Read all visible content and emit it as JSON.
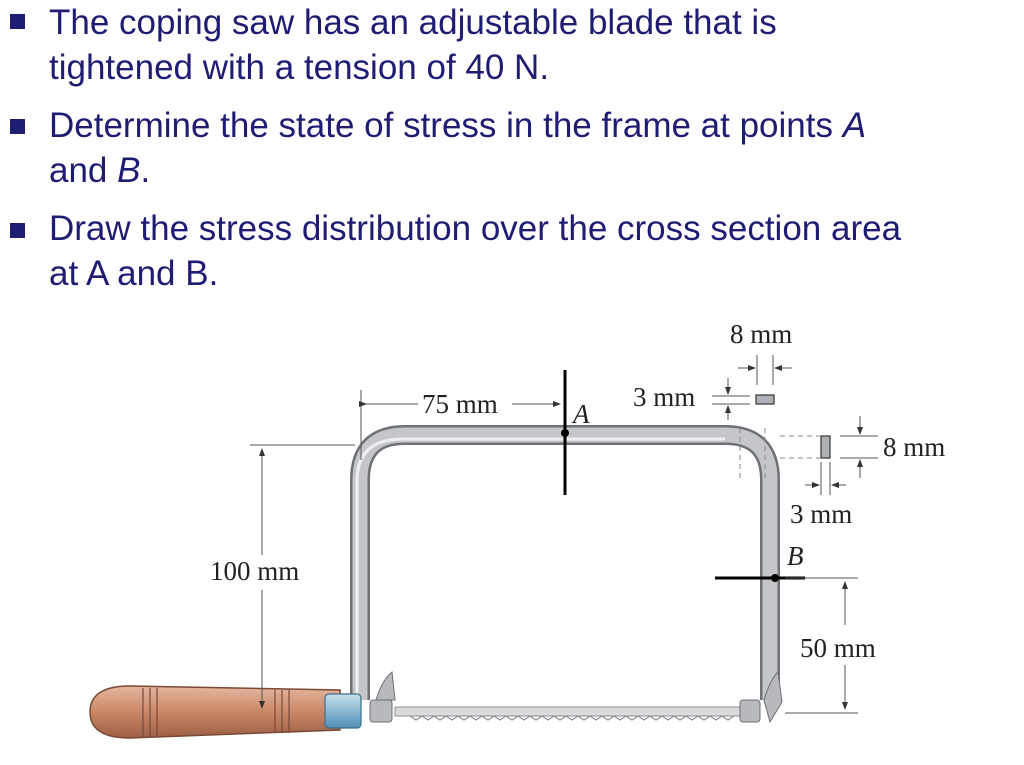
{
  "bullets": [
    {
      "line1": "The coping saw has an adjustable blade that is",
      "line2": "tightened with a tension of 40 N."
    },
    {
      "line1_pre": "Determine the state of stress in the frame at points ",
      "line1_em": "A",
      "line2_pre": "and ",
      "line2_em": "B",
      "line2_post": "."
    },
    {
      "line1": "Draw the stress distribution over the cross section area",
      "line2": "at A and B."
    }
  ],
  "figure": {
    "dim_75": "75 mm",
    "dim_8_top": "8 mm",
    "dim_3_top": "3 mm",
    "dim_8_right": "8 mm",
    "dim_3_right": "3 mm",
    "dim_100": "100 mm",
    "dim_50": "50 mm",
    "point_a": "A",
    "point_b": "B"
  },
  "colors": {
    "text": "#1f1c73",
    "frame": "#aeb1b5",
    "handle": "#c7896b",
    "ferrule": "#7fb0cf"
  }
}
